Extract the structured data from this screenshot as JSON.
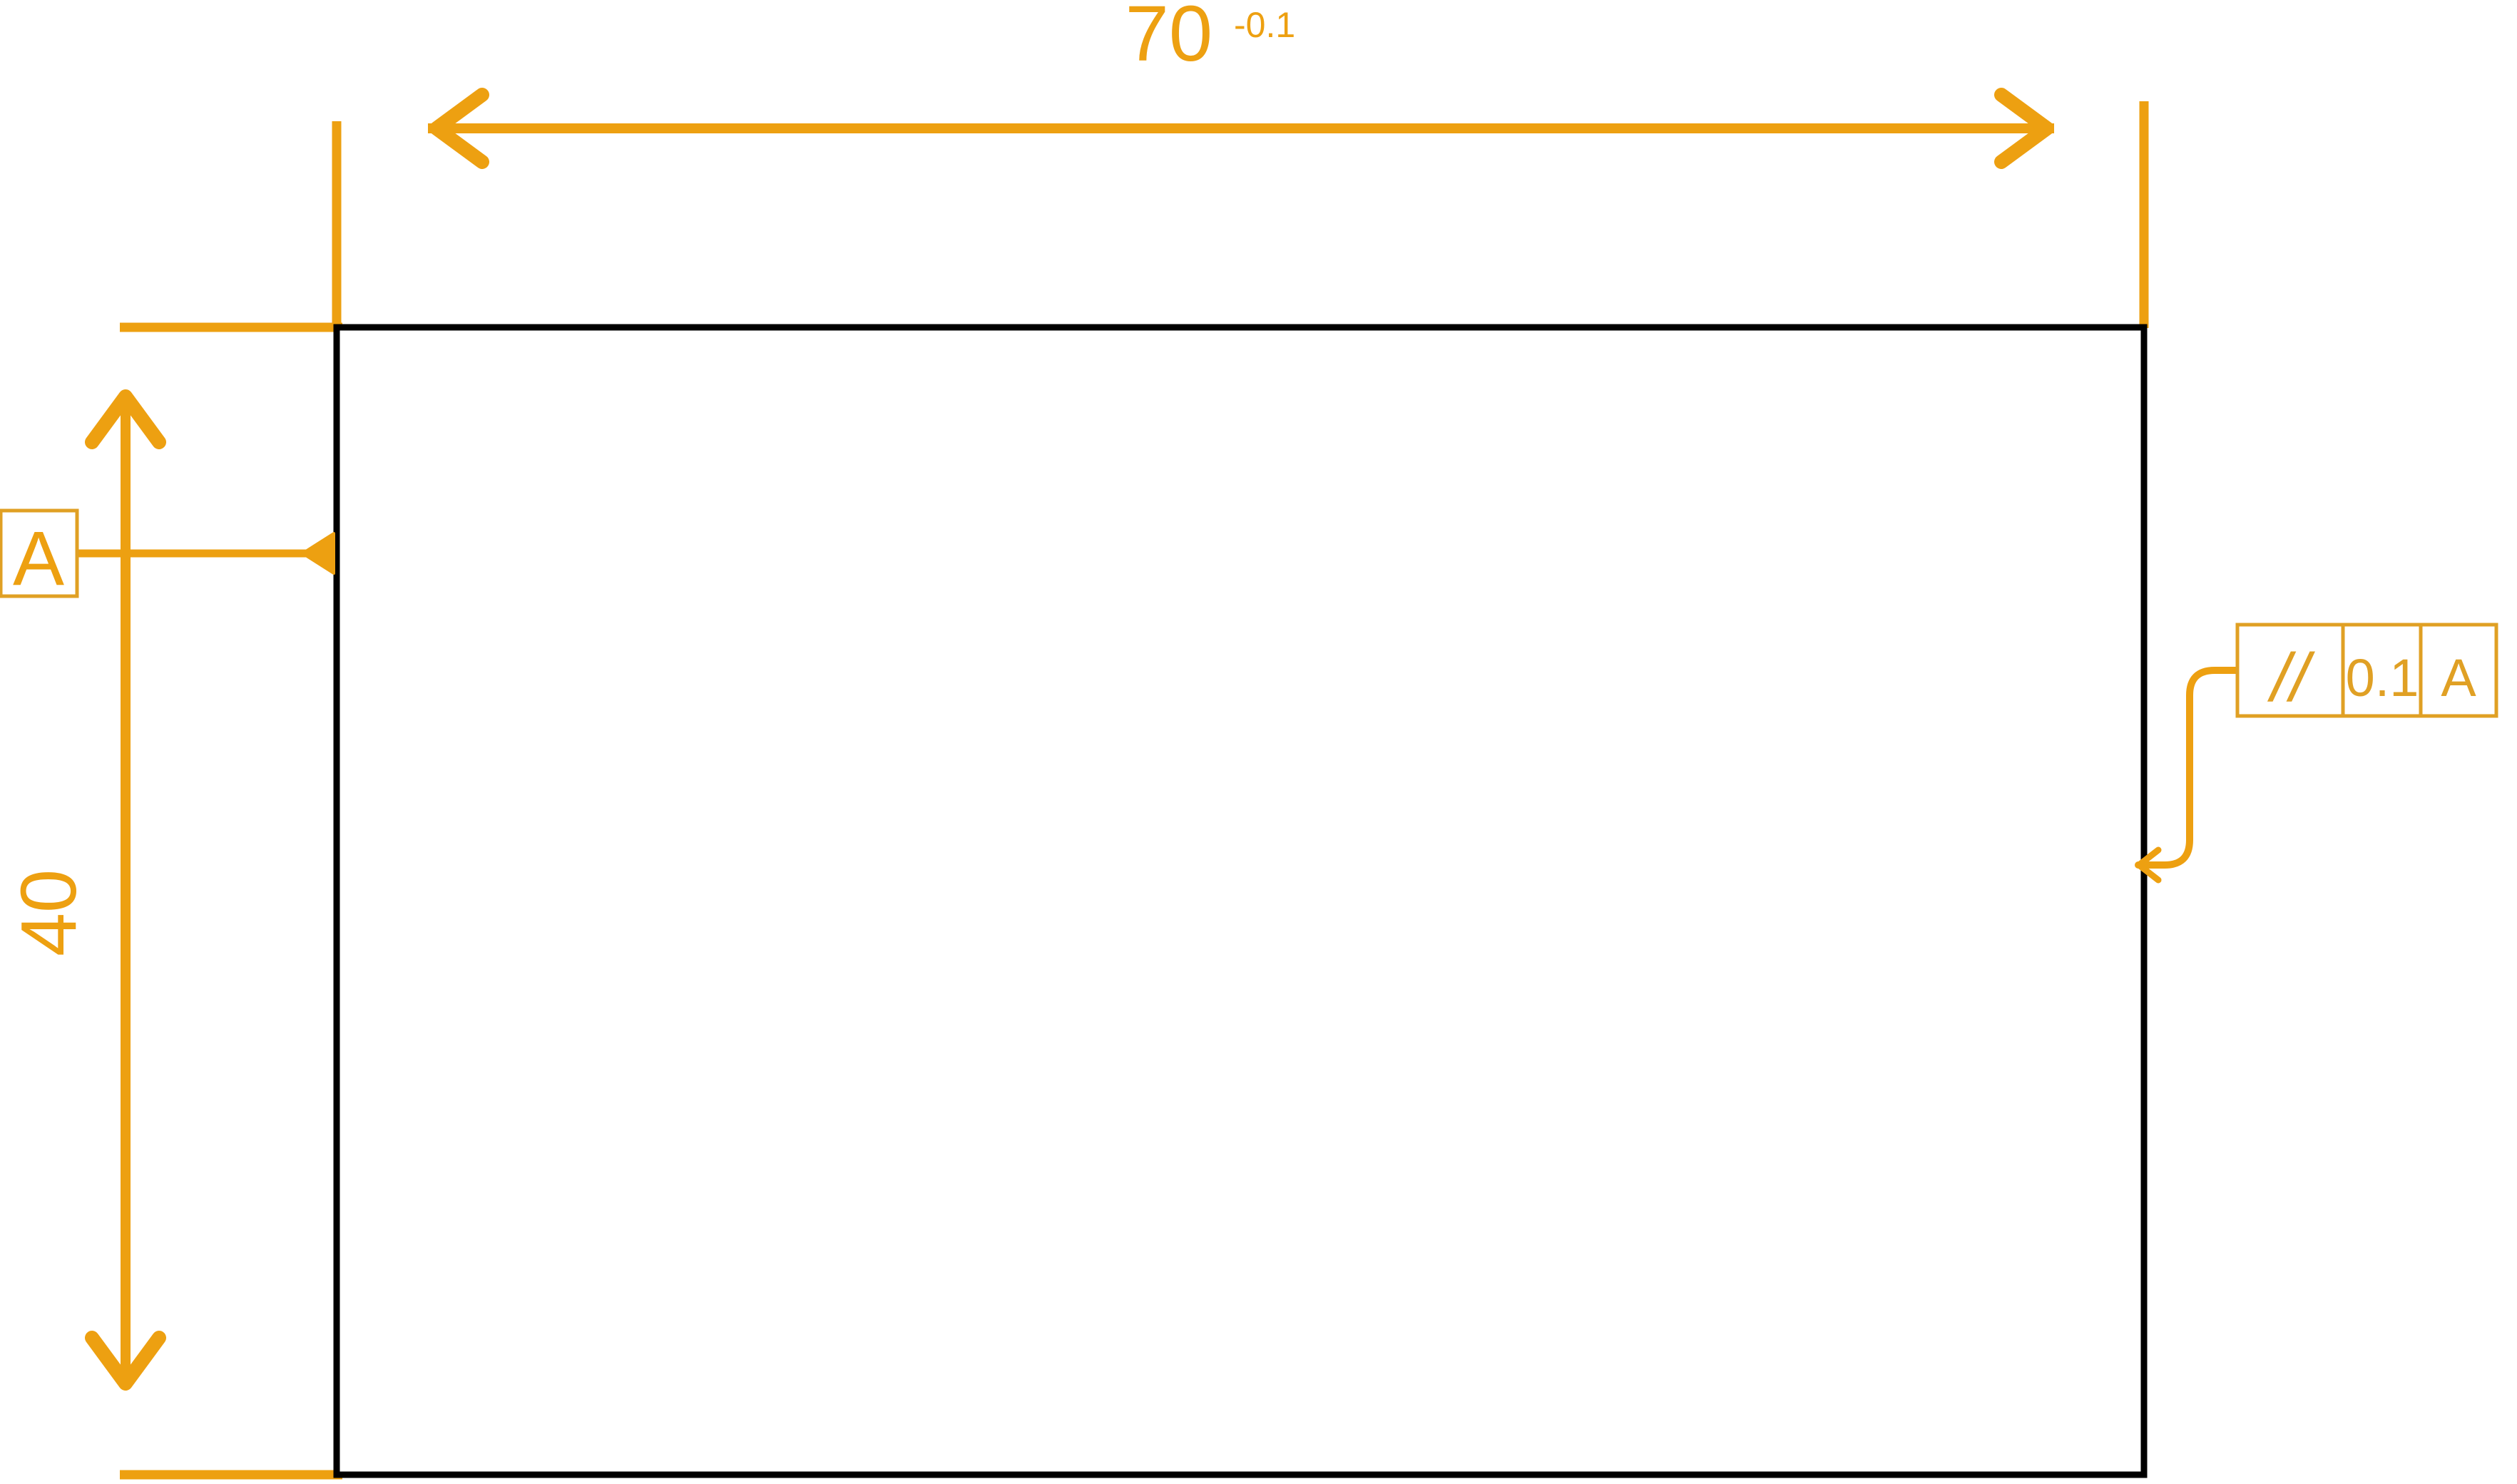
{
  "drawing": {
    "title": "GD&T Rectangular Part Drawing",
    "background_color": "#ffffff",
    "annotation_color": "#eda011",
    "frame_color": "#e0a024",
    "part_outline_color": "#000000",
    "part": {
      "shape": "rectangle",
      "outline_label": "part-outline"
    },
    "dimensions": {
      "horizontal": {
        "name": "width-dimension",
        "value": "70",
        "tolerance": "-0.1",
        "orientation": "horizontal",
        "arrow_style": "chevron-both-ends"
      },
      "vertical": {
        "name": "height-dimension",
        "value": "40",
        "tolerance": "",
        "orientation": "vertical-rotated",
        "arrow_style": "chevron-both-ends"
      }
    },
    "datum": {
      "name": "datum-feature-a",
      "label": "A",
      "attached_edge": "left",
      "arrow_style": "filled-triangle"
    },
    "feature_control_frame": {
      "name": "parallelism-control-frame",
      "cells": [
        {
          "key": "symbol",
          "label": "//",
          "meaning": "parallelism-symbol"
        },
        {
          "key": "tolerance",
          "label": "0.1",
          "meaning": "tolerance-value"
        },
        {
          "key": "datum",
          "label": "A",
          "meaning": "datum-reference"
        }
      ],
      "attached_edge": "right",
      "leader_style": "rounded-elbow-with-arrow"
    }
  }
}
